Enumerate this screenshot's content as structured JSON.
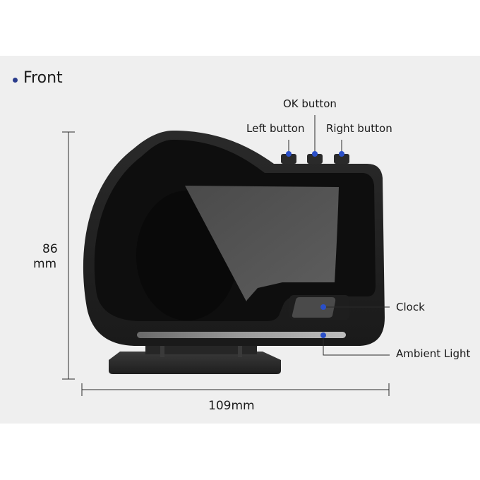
{
  "section": {
    "title": "Front"
  },
  "callouts": {
    "ok_button": "OK button",
    "left_button": "Left button",
    "right_button": "Right button",
    "clock": "Clock",
    "ambient_light": "Ambient Light"
  },
  "dimensions": {
    "height_value": "86",
    "height_unit": "mm",
    "width": "109mm"
  },
  "colors": {
    "background": "#ffffff",
    "panel": "#efefef",
    "device_body": "#1c1c1c",
    "callout_dot": "#2a4fc8",
    "text": "#1a1a1a"
  }
}
